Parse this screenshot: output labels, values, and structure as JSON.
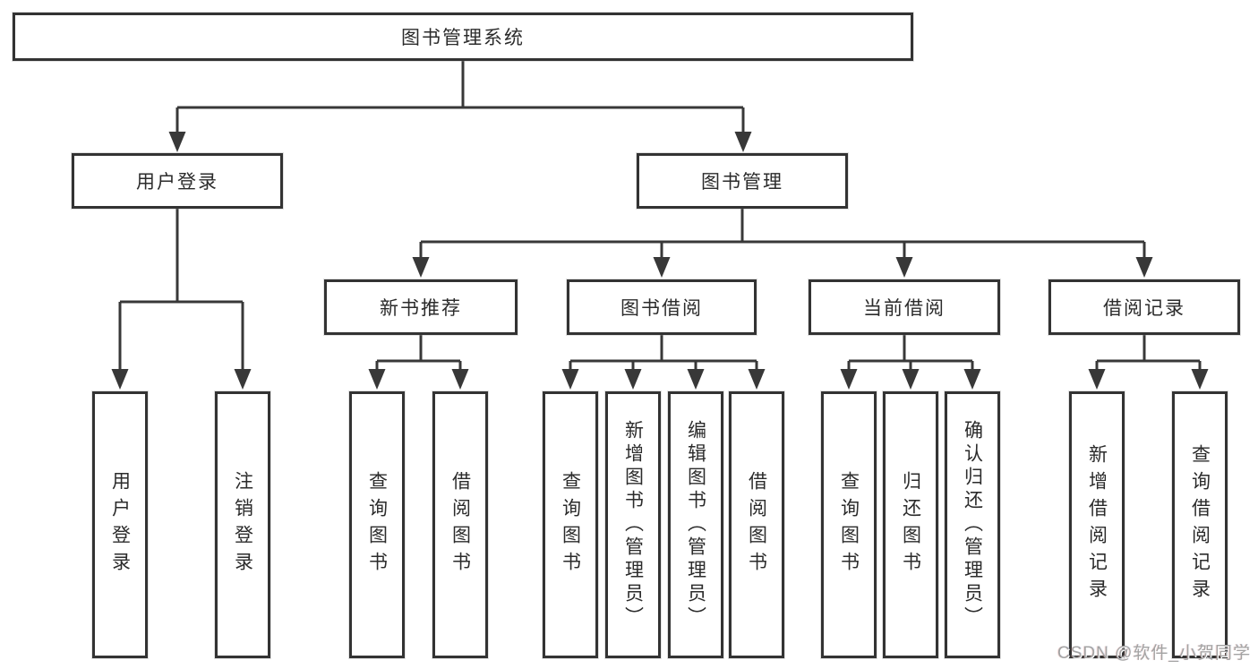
{
  "diagram": {
    "root": {
      "label": "图书管理系统"
    },
    "level2": {
      "user_login": {
        "label": "用户登录"
      },
      "book_mgmt": {
        "label": "图书管理"
      }
    },
    "level3": {
      "new_books": {
        "label": "新书推荐"
      },
      "borrowing": {
        "label": "图书借阅"
      },
      "current": {
        "label": "当前借阅"
      },
      "records": {
        "label": "借阅记录"
      }
    },
    "leaves": {
      "user_login_leaf": {
        "label": "用户登录"
      },
      "logout": {
        "label": "注销登录"
      },
      "nb_search": {
        "label": "查询图书"
      },
      "nb_borrow": {
        "label": "借阅图书"
      },
      "bw_search": {
        "label": "查询图书"
      },
      "bw_add": {
        "label": "新增图书（管理员）"
      },
      "bw_edit": {
        "label": "编辑图书（管理员）"
      },
      "bw_borrow": {
        "label": "借阅图书"
      },
      "cur_search": {
        "label": "查询图书"
      },
      "cur_return": {
        "label": "归还图书"
      },
      "cur_confirm": {
        "label": "确认归还（管理员）"
      },
      "rec_add": {
        "label": "新增借阅记录"
      },
      "rec_search": {
        "label": "查询借阅记录"
      }
    },
    "colors": {
      "line": "#383838",
      "border": "#333333",
      "text": "#2b2b2b",
      "background": "#ffffff",
      "watermark": "#a3a3a3"
    }
  },
  "watermark": {
    "text": "CSDN @软件_小贺同学"
  }
}
